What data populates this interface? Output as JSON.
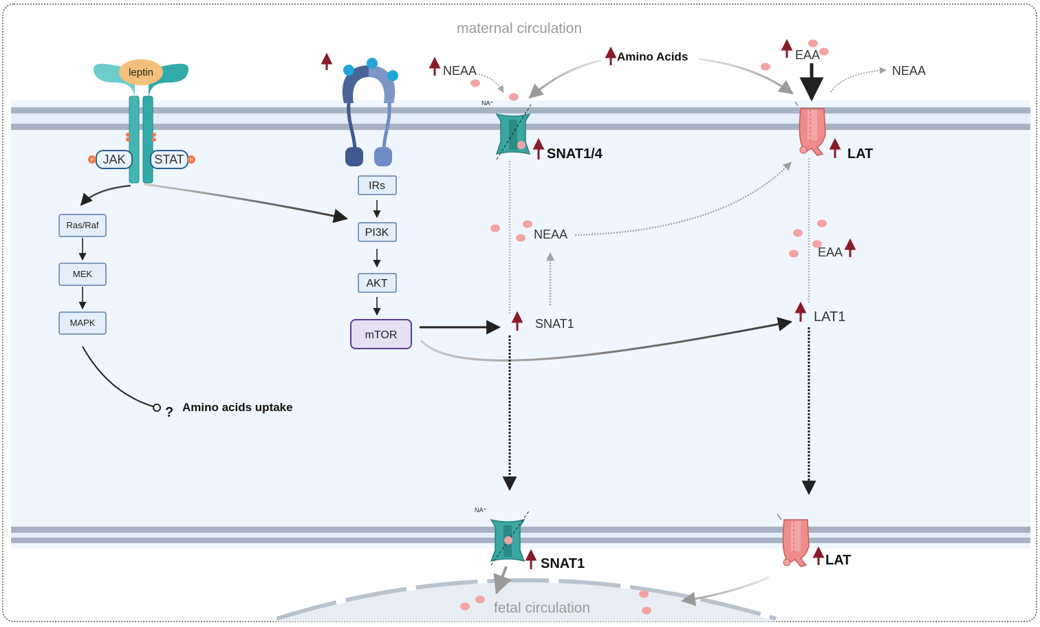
{
  "regions": {
    "maternal": "maternal circulation",
    "fetal": "fetal circulation"
  },
  "leptin_receptor": {
    "ligand": "leptin",
    "jak": "JAK",
    "stat": "STAT",
    "phospho": "P"
  },
  "mapk_pathway": {
    "steps": [
      "Ras/Raf",
      "MEK",
      "MAPK"
    ],
    "outcome": "Amino acids uptake",
    "unknown_mark": "?"
  },
  "insulin_pathway": {
    "steps": [
      "IRs",
      "PI3K",
      "AKT",
      "mTOR"
    ]
  },
  "labels": {
    "amino_acids": "Amino Acids",
    "neaa": "NEAA",
    "eaa": "EAA",
    "na_ion": "NA⁺",
    "snat14": "SNAT1/4",
    "snat1": "SNAT1",
    "lat": "LAT",
    "lat1": "LAT1"
  },
  "colors": {
    "membrane": "#a7b3c4",
    "membrane_fill": "#e4eef9",
    "cytoplasm": "#f0f6fd",
    "up_arrow": "#8a1c2b",
    "snat_transporter": "#3aa7a0",
    "lat_transporter": "#ee8f8f",
    "amino_acid_dot": "#f4a3a3",
    "insulin_receptor": "#5a78a8",
    "leptin_receptor": "#40b3b2",
    "leptin": "#f3c07b",
    "mtor_box": "#e6e0f5"
  }
}
